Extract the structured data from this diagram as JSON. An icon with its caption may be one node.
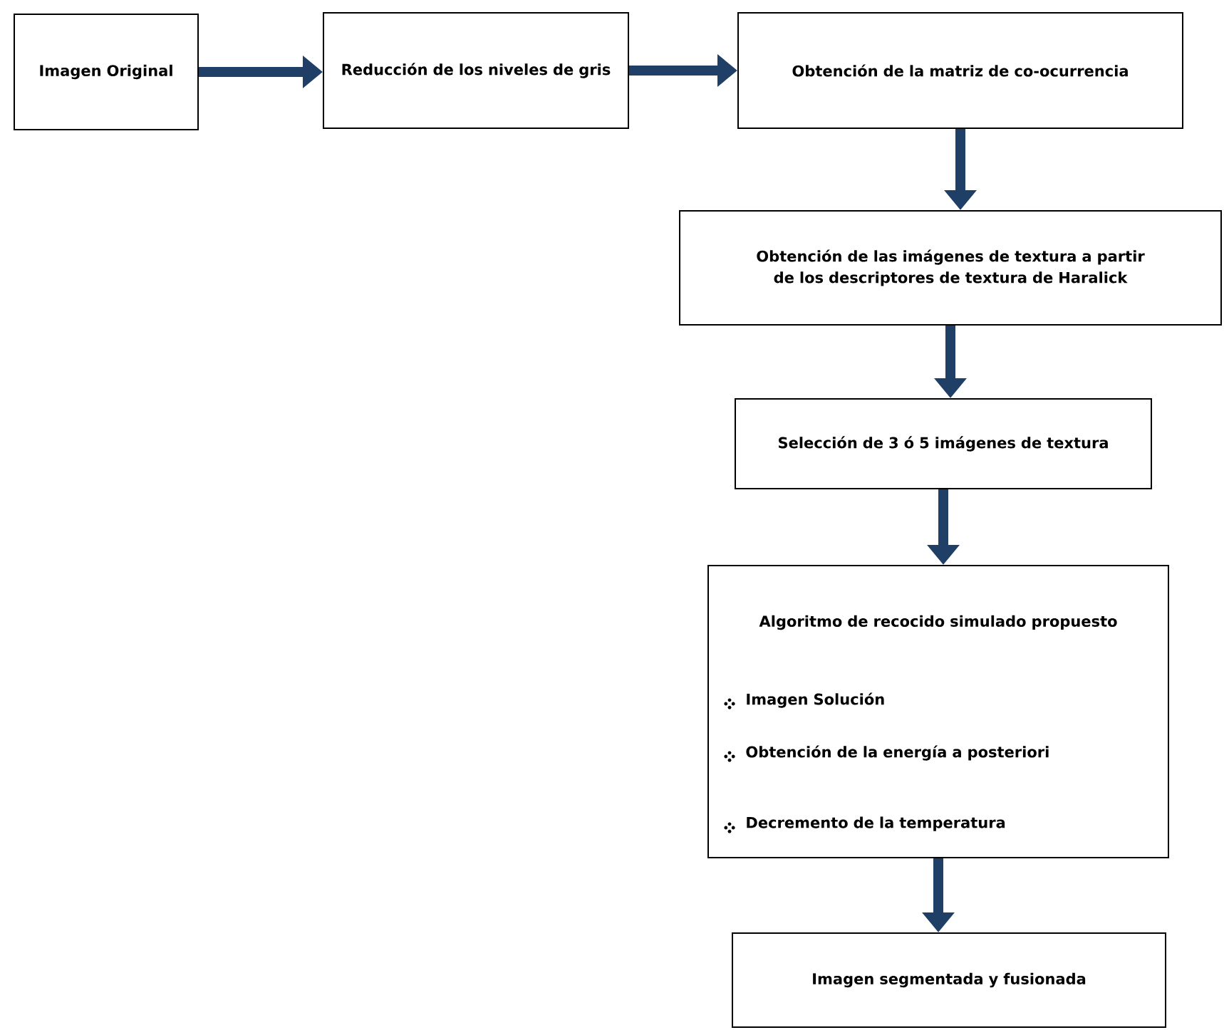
{
  "diagram": {
    "nodes": [
      {
        "text": [
          "Imagen Original"
        ]
      },
      {
        "text": [
          "Reducción de los niveles de gris"
        ]
      },
      {
        "text": [
          "Obtención de la matriz de co-ocurrencia"
        ]
      },
      {
        "text": [
          "Obtención de las imágenes de textura a partir de los descriptores de textura de Haralick"
        ]
      },
      {
        "text": [
          "Selección de 3 ó 5 imágenes de textura"
        ]
      },
      {
        "text": [
          "Algoritmo de recocido simulado propuesto",
          "Imagen  Solución",
          "Obtención de la energía a posteriori",
          "Decremento de la temperatura"
        ]
      },
      {
        "text": [
          "Imagen segmentada y fusionada"
        ]
      }
    ],
    "edges": [
      {
        "from": 0,
        "to": 1,
        "arrow": "to"
      },
      {
        "from": 1,
        "to": 2,
        "arrow": "to"
      },
      {
        "from": 2,
        "to": 3,
        "arrow": "to"
      },
      {
        "from": 3,
        "to": 4,
        "arrow": "to"
      },
      {
        "from": 4,
        "to": 5,
        "arrow": "to"
      },
      {
        "from": 5,
        "to": 6,
        "arrow": "to"
      }
    ]
  }
}
